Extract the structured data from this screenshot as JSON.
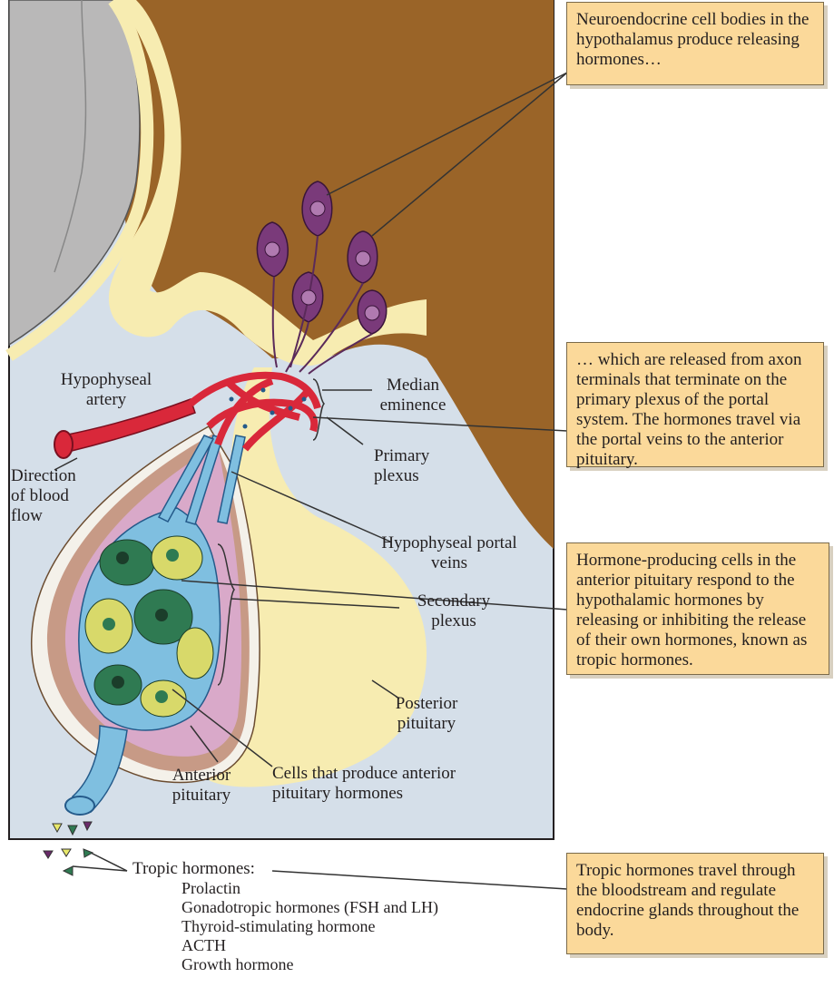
{
  "labels": {
    "hypophyseal_artery": "Hypophyseal artery",
    "direction_of_blood_flow": "Direction of blood flow",
    "median_eminence": "Median eminence",
    "primary_plexus": "Primary plexus",
    "hypophyseal_portal_veins": "Hypophyseal portal veins",
    "secondary_plexus": "Secondary plexus",
    "posterior_pituitary": "Posterior pituitary",
    "anterior_pituitary": "Anterior pituitary",
    "cells_that_produce": "Cells that produce anterior pituitary hormones"
  },
  "callouts": {
    "neuroendocrine": "Neuroendocrine cell bodies in the hypothalamus produce releasing hormones…",
    "axon_terminals": "… which are released from axon terminals that terminate on the primary plexus of the portal system. The hormones travel via the portal veins to the anterior pituitary.",
    "hormone_producing": "Hormone-producing cells in the anterior pituitary respond to the hypothalamic hormones by releasing or inhibiting the release of their own hormones, known as tropic hormones.",
    "tropic_travel": "Tropic hormones travel through the bloodstream and regulate endocrine glands throughout the body."
  },
  "tropic_hormones": {
    "title": "Tropic hormones:",
    "items": [
      "Prolactin",
      "Gonadotropic hormones (FSH and LH)",
      "Thyroid-stimulating hormone",
      "ACTH",
      "Growth hormone"
    ]
  }
}
